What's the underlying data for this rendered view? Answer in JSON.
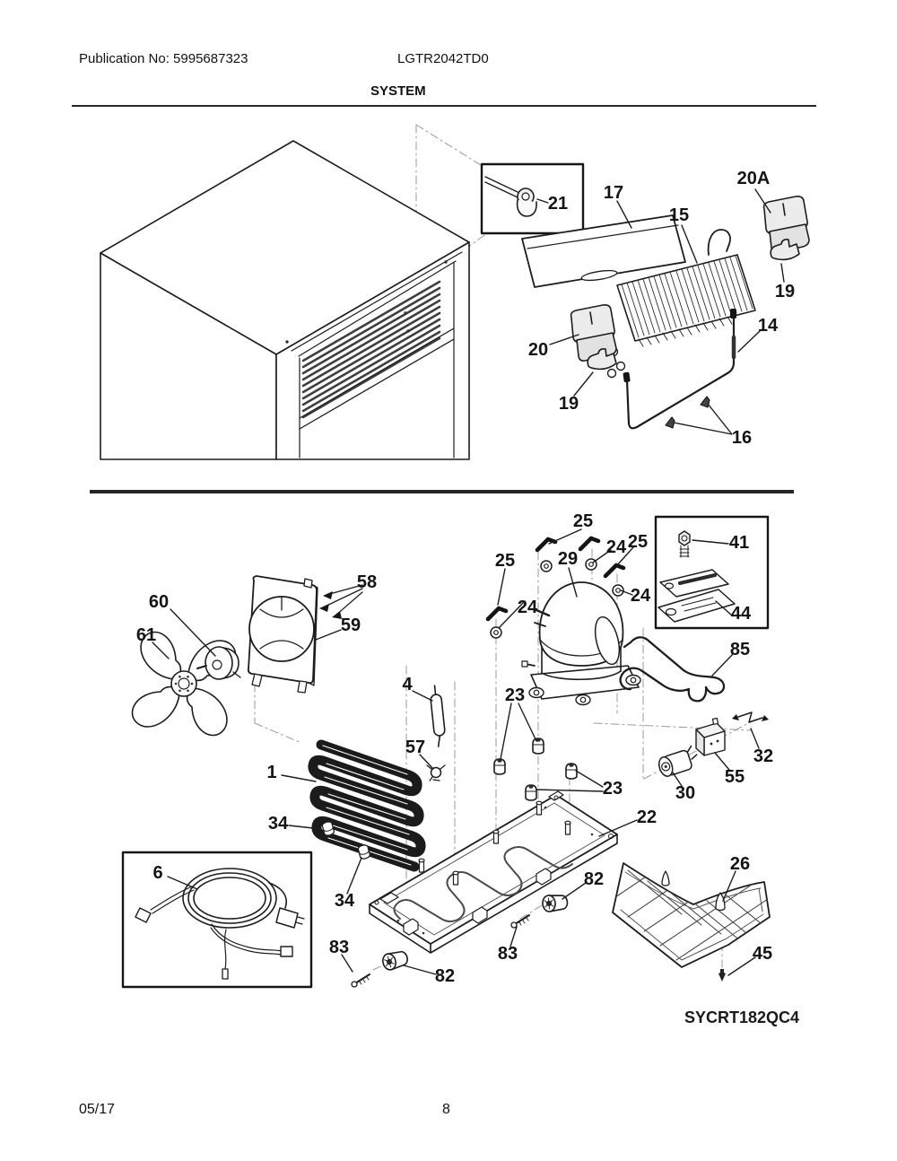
{
  "header": {
    "publication": "Publication No: 5995687323",
    "model": "LGTR2042TD0",
    "title": "SYSTEM"
  },
  "diagram": {
    "code": "SYCRT182QC4",
    "callouts": {
      "c21": "21",
      "c17": "17",
      "c15": "15",
      "c20A": "20A",
      "c19a": "19",
      "c20": "20",
      "c19b": "19",
      "c14": "14",
      "c16": "16",
      "c60": "60",
      "c61": "61",
      "c58": "58",
      "c59": "59",
      "c25a": "25",
      "c25b": "25",
      "c25c": "25",
      "c24a": "24",
      "c24b": "24",
      "c24c": "24",
      "c29": "29",
      "c41": "41",
      "c44": "44",
      "c85": "85",
      "c4": "4",
      "c57": "57",
      "c1": "1",
      "c23a": "23",
      "c23b": "23",
      "c30": "30",
      "c55": "55",
      "c32": "32",
      "c22": "22",
      "c34a": "34",
      "c34b": "34",
      "c6": "6",
      "c82a": "82",
      "c82b": "82",
      "c83a": "83",
      "c83b": "83",
      "c26": "26",
      "c45": "45"
    }
  },
  "footer": {
    "date": "05/17",
    "page": "8"
  }
}
